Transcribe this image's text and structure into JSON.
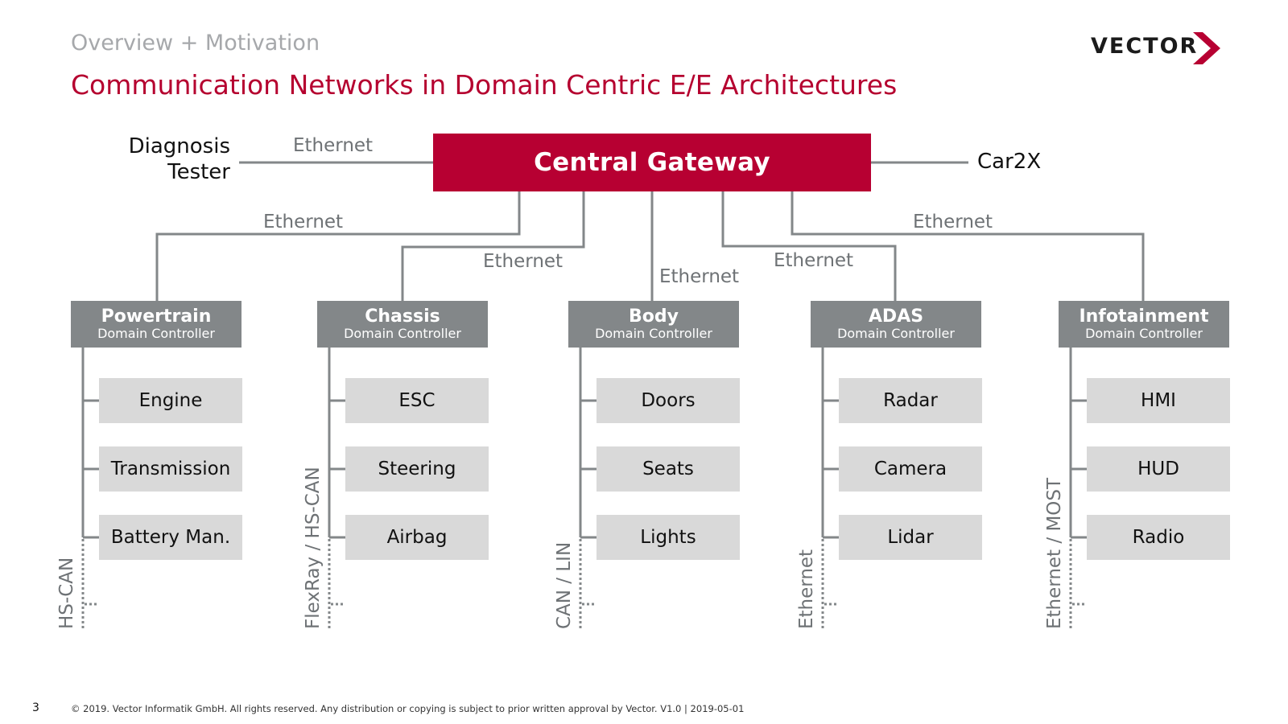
{
  "header": {
    "section": "Overview + Motivation",
    "title": "Communication Networks in Domain Centric E/E Architectures"
  },
  "logo": {
    "text": "VECTOR",
    "mark": "chevron-arrow-icon",
    "mark_color": "#b70032"
  },
  "diagram": {
    "gateway": "Central Gateway",
    "left_external": {
      "line1": "Diagnosis",
      "line2": "Tester",
      "link_label": "Ethernet"
    },
    "right_external": {
      "label": "Car2X"
    },
    "link_labels": {
      "powertrain": "Ethernet",
      "chassis": "Ethernet",
      "body": "Ethernet",
      "adas": "Ethernet",
      "infotainment": "Ethernet"
    },
    "domains": [
      {
        "name": "Powertrain",
        "sub": "Domain Controller",
        "bus": "HS-CAN",
        "ecus": [
          "Engine",
          "Transmission",
          "Battery Man."
        ]
      },
      {
        "name": "Chassis",
        "sub": "Domain Controller",
        "bus": "FlexRay / HS-CAN",
        "ecus": [
          "ESC",
          "Steering",
          "Airbag"
        ]
      },
      {
        "name": "Body",
        "sub": "Domain Controller",
        "bus": "CAN / LIN",
        "ecus": [
          "Doors",
          "Seats",
          "Lights"
        ]
      },
      {
        "name": "ADAS",
        "sub": "Domain Controller",
        "bus": "Ethernet",
        "ecus": [
          "Radar",
          "Camera",
          "Lidar"
        ]
      },
      {
        "name": "Infotainment",
        "sub": "Domain Controller",
        "bus": "Ethernet / MOST",
        "ecus": [
          "HMI",
          "HUD",
          "Radio"
        ]
      }
    ],
    "colors": {
      "gateway": "#b70032",
      "controller": "#838789",
      "ecu": "#d9d9d9",
      "line": "#838789",
      "title": "#b5002f"
    }
  },
  "footer": {
    "page": "3",
    "text": "© 2019. Vector Informatik GmbH. All rights reserved. Any distribution or copying is subject to prior written approval by Vector. V1.0 | 2019-05-01"
  }
}
